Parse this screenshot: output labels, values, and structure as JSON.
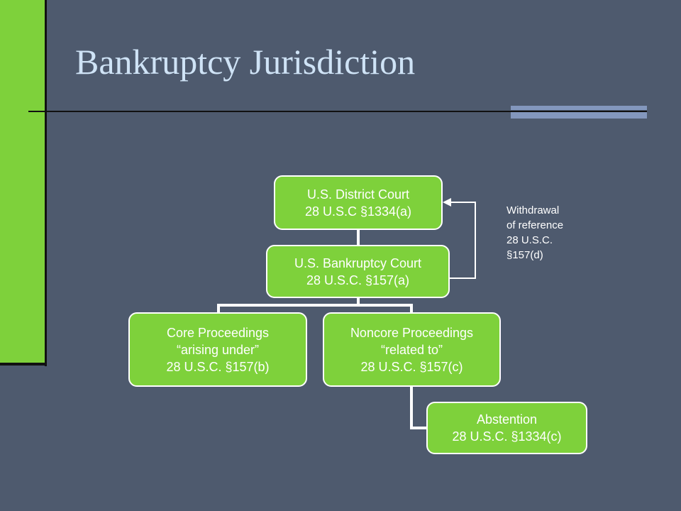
{
  "slide": {
    "title": "Bankruptcy Jurisdiction"
  },
  "diagram": {
    "district_court": {
      "line1": "U.S. District Court",
      "line2": "28 U.S.C §1334(a)"
    },
    "bankruptcy_court": {
      "line1": "U.S. Bankruptcy Court",
      "line2": "28 U.S.C. §157(a)"
    },
    "core": {
      "line1": "Core Proceedings",
      "line2": "“arising under”",
      "line3": "28 U.S.C. §157(b)"
    },
    "noncore": {
      "line1": "Noncore Proceedings",
      "line2": "“related to”",
      "line3": "28 U.S.C. §157(c)"
    },
    "abstention": {
      "line1": "Abstention",
      "line2": "28 U.S.C. §1334(c)"
    },
    "withdrawal_note": {
      "line1": "Withdrawal",
      "line2": "of reference",
      "line3": "28 U.S.C.",
      "line4": "§157(d)"
    }
  },
  "colors": {
    "background": "#4e5a6e",
    "accent_green": "#7ed13b",
    "title": "#cfe3f6",
    "rule_accent": "#8397bd"
  }
}
